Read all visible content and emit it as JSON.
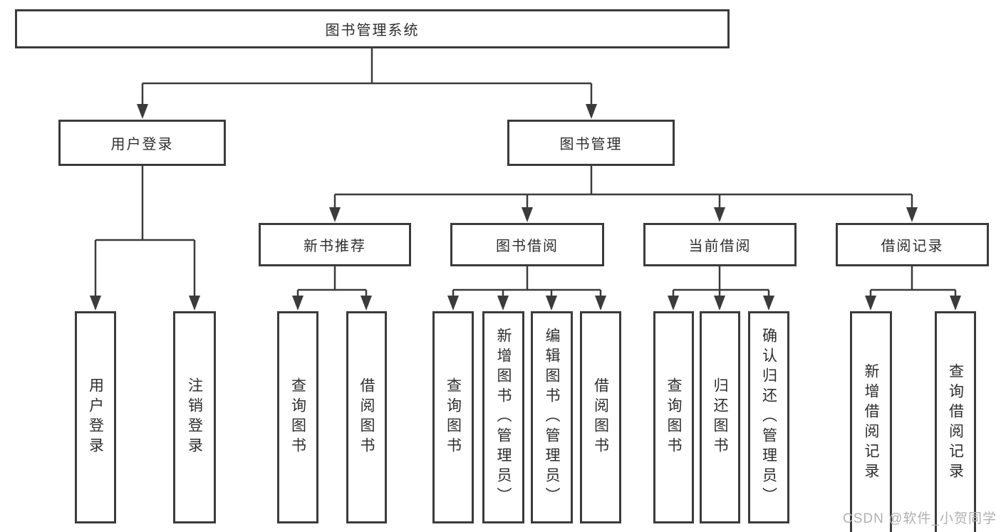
{
  "nodes": {
    "root": "图书管理系统",
    "user_login": "用户登录",
    "book_management": "图书管理",
    "new_book_recommend": "新书推荐",
    "book_borrowing": "图书借阅",
    "current_borrowing": "当前借阅",
    "borrowing_records": "借阅记录",
    "leaf_user_login": "用户登录",
    "leaf_logout": "注销登录",
    "leaf_nb_query_books": "查询图书",
    "leaf_nb_borrow_books": "借阅图书",
    "leaf_bb_query_books": "查询图书",
    "leaf_bb_add_books_admin": "新增图书（管理员）",
    "leaf_bb_edit_books_admin": "编辑图书（管理员）",
    "leaf_bb_borrow_books": "借阅图书",
    "leaf_cb_query_books": "查询图书",
    "leaf_cb_return_books": "归还图书",
    "leaf_cb_confirm_return_admin": "确认归还（管理员）",
    "leaf_br_add_record": "新增借阅记录",
    "leaf_br_query_record": "查询借阅记录"
  },
  "watermark": "CSDN @软件_小贺同学",
  "colors": {
    "line": "#3b3b3b",
    "text": "#2e2e2e",
    "watermark": "#b0b0b0",
    "background": "#ffffff"
  }
}
